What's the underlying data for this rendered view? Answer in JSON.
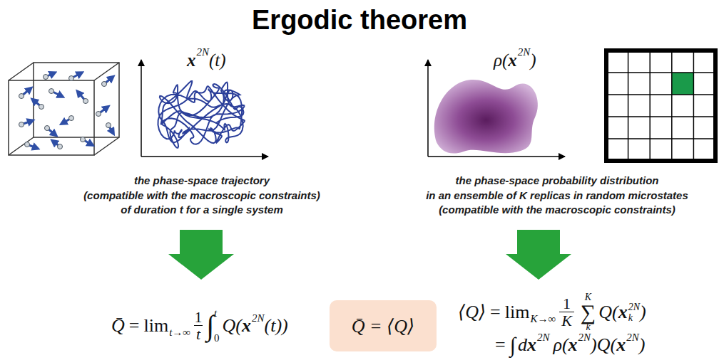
{
  "diagram": {
    "title": "Ergodic theorem",
    "nodes": [
      {
        "text": [
          "Q̄ = ⟨Q⟩"
        ]
      }
    ],
    "edges": [],
    "labels": [
      "x",
      "2N",
      "(t)",
      "ρ(",
      "x",
      "2N",
      ")",
      "the phase-space trajectory (compatible with the macroscopic constraints) of duration t for a single system",
      "the phase-space probability distribution in an ensemble of K replicas in random microstates (compatible with the macroscopic constraints)",
      "Q̄",
      "=",
      "lim",
      "t→∞",
      "1",
      "t",
      "∫",
      "t",
      "0",
      "Q(",
      "x",
      "2N",
      "(t))",
      "⟨Q⟩",
      "=",
      "lim",
      "K→∞",
      "1",
      "K",
      "K",
      "∑",
      "k",
      "Q(",
      "x",
      "k",
      "2N",
      ")",
      "=",
      "∫",
      "d",
      "x",
      "2N",
      "ρ(",
      "x",
      "2N",
      ")Q(",
      "x",
      "2N",
      ")"
    ]
  }
}
